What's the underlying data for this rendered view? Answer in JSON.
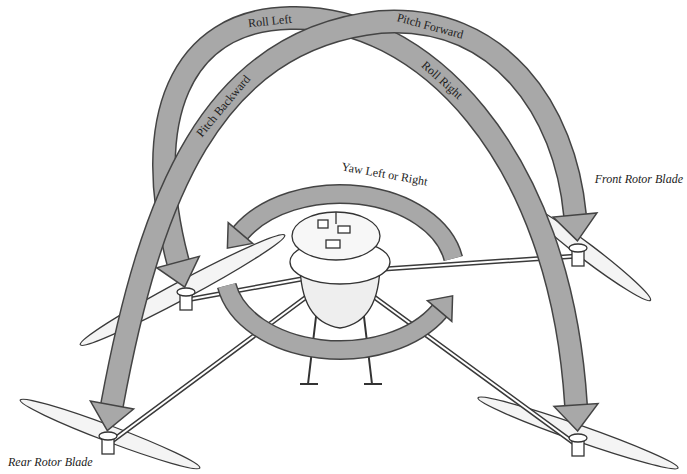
{
  "diagram": {
    "labels": [
      "Roll Left",
      "Pitch Forward",
      "Pitch Backward",
      "Roll Right",
      "Yaw Left or Right",
      "Front Rotor Blade",
      "Rear Rotor Blade"
    ]
  }
}
